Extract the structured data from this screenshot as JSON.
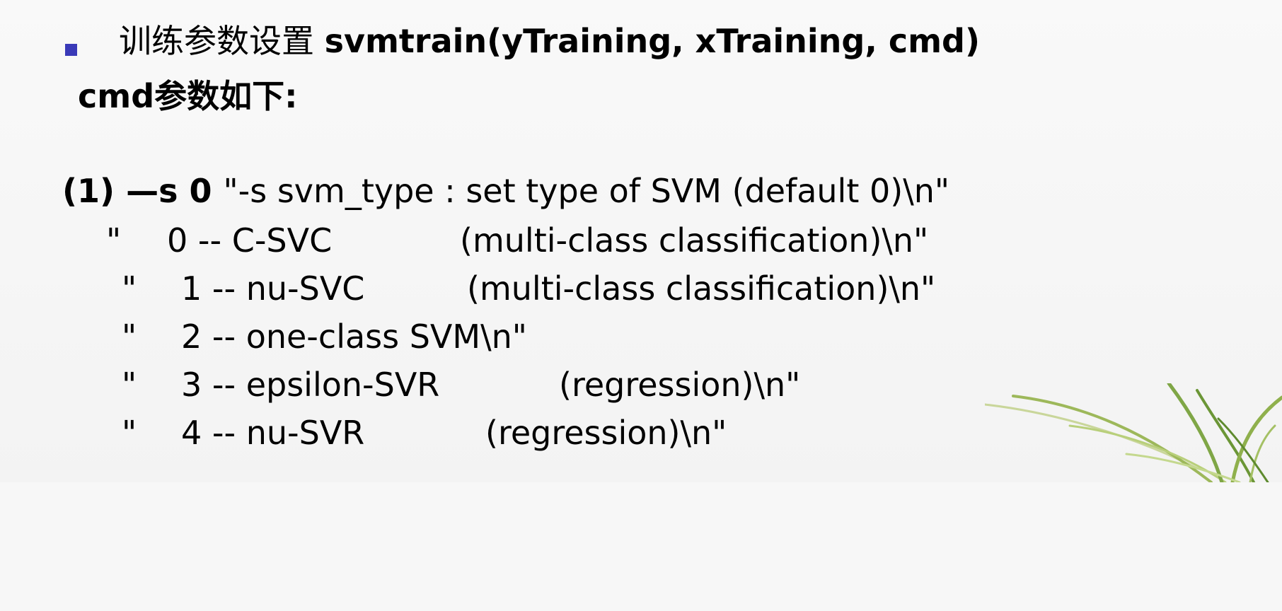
{
  "heading": {
    "zh": "训练参数设置 ",
    "func": "svmtrain(yTraining, xTraining, cmd)"
  },
  "subheading": {
    "cmd": "cmd",
    "zh": "参数如下:"
  },
  "option": {
    "tag": "(1) —s 0 ",
    "text": "\"-s svm_type : set type of SVM (default 0)\\n\""
  },
  "svm_types": [
    {
      "quote": "\"",
      "num": "0 -- C-SVC",
      "desc": "(multi-class classification)\\n\""
    },
    {
      "quote": "\"",
      "num": "1 -- nu-SVC",
      "desc": "(multi-class classification)\\n\""
    },
    {
      "quote": "\"",
      "num": "2 -- one-class SVM\\n\"",
      "desc": ""
    },
    {
      "quote": "\"",
      "num": "3 -- epsilon-SVR",
      "desc": "(regression)\\n\""
    },
    {
      "quote": "\"",
      "num": "4 -- nu-SVR",
      "desc": "(regression)\\n\""
    }
  ],
  "colors": {
    "bullet": "#3a3ab8",
    "background": "#f7f7f7",
    "text": "#000000"
  },
  "decoration_icon": "grass-leaves-icon"
}
